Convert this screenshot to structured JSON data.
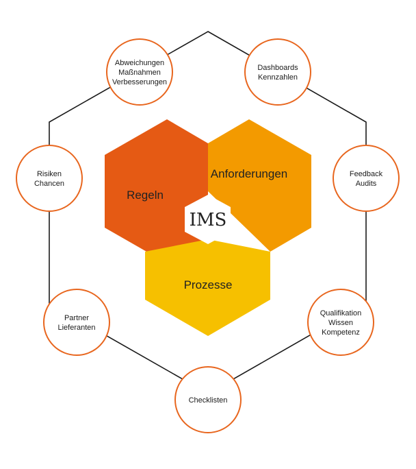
{
  "colors": {
    "outline": "#1a1a1a",
    "node_border": "#e8661e",
    "node_fill": "#ffffff",
    "regeln": "#e55a14",
    "anforderungen": "#f39a00",
    "prozesse": "#f6c000",
    "center_fill": "#ffffff"
  },
  "center": {
    "label": "IMS"
  },
  "hexagons": [
    {
      "id": "regeln",
      "label": "Regeln"
    },
    {
      "id": "anforderungen",
      "label": "Anforderungen"
    },
    {
      "id": "prozesse",
      "label": "Prozesse"
    }
  ],
  "nodes": [
    {
      "id": "abweichungen",
      "lines": [
        "Abweichungen",
        "Maßnahmen",
        "Verbesserungen"
      ]
    },
    {
      "id": "dashboards",
      "lines": [
        "Dashboards",
        "Kennzahlen"
      ]
    },
    {
      "id": "feedback",
      "lines": [
        "Feedback",
        "Audits"
      ]
    },
    {
      "id": "qualifikation",
      "lines": [
        "Qualifikation",
        "Wissen",
        "Kompetenz"
      ]
    },
    {
      "id": "checklisten",
      "lines": [
        "Checklisten"
      ]
    },
    {
      "id": "partner",
      "lines": [
        "Partner",
        "Lieferanten"
      ]
    },
    {
      "id": "risiken",
      "lines": [
        "Risiken",
        "Chancen"
      ]
    }
  ]
}
